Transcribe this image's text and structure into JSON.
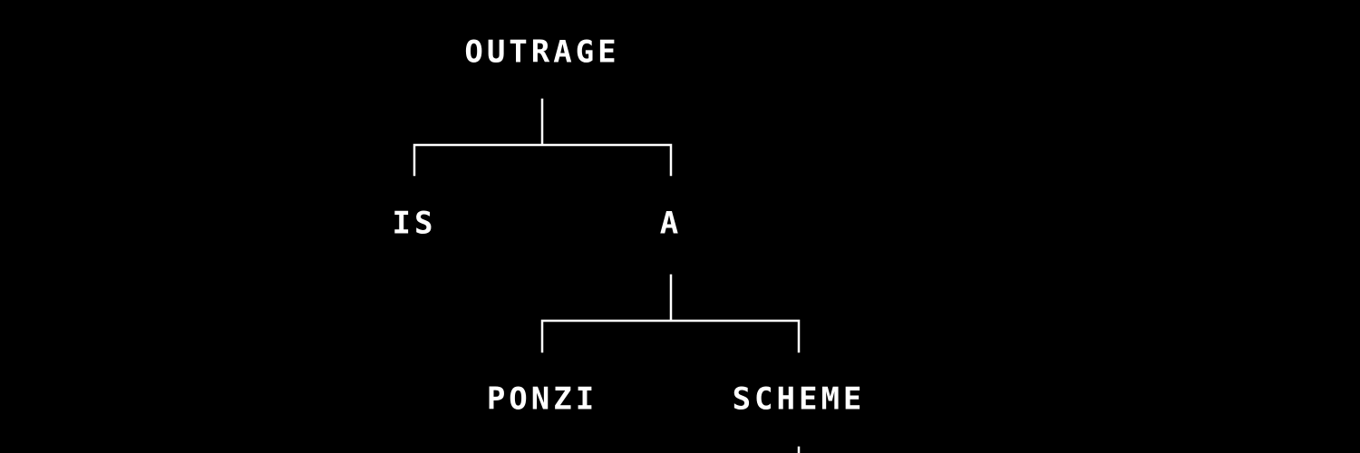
{
  "diagram": {
    "type": "tree",
    "background_color": "#000000",
    "foreground_color": "#ffffff",
    "nodes": [
      {
        "id": "outrage",
        "label": "OUTRAGE"
      },
      {
        "id": "is",
        "label": "IS"
      },
      {
        "id": "a",
        "label": "A"
      },
      {
        "id": "ponzi",
        "label": "PONZI"
      },
      {
        "id": "scheme",
        "label": "SCHEME"
      }
    ],
    "edges": [
      {
        "from": "outrage",
        "to": "is"
      },
      {
        "from": "outrage",
        "to": "a"
      },
      {
        "from": "a",
        "to": "ponzi"
      },
      {
        "from": "a",
        "to": "scheme"
      }
    ]
  }
}
